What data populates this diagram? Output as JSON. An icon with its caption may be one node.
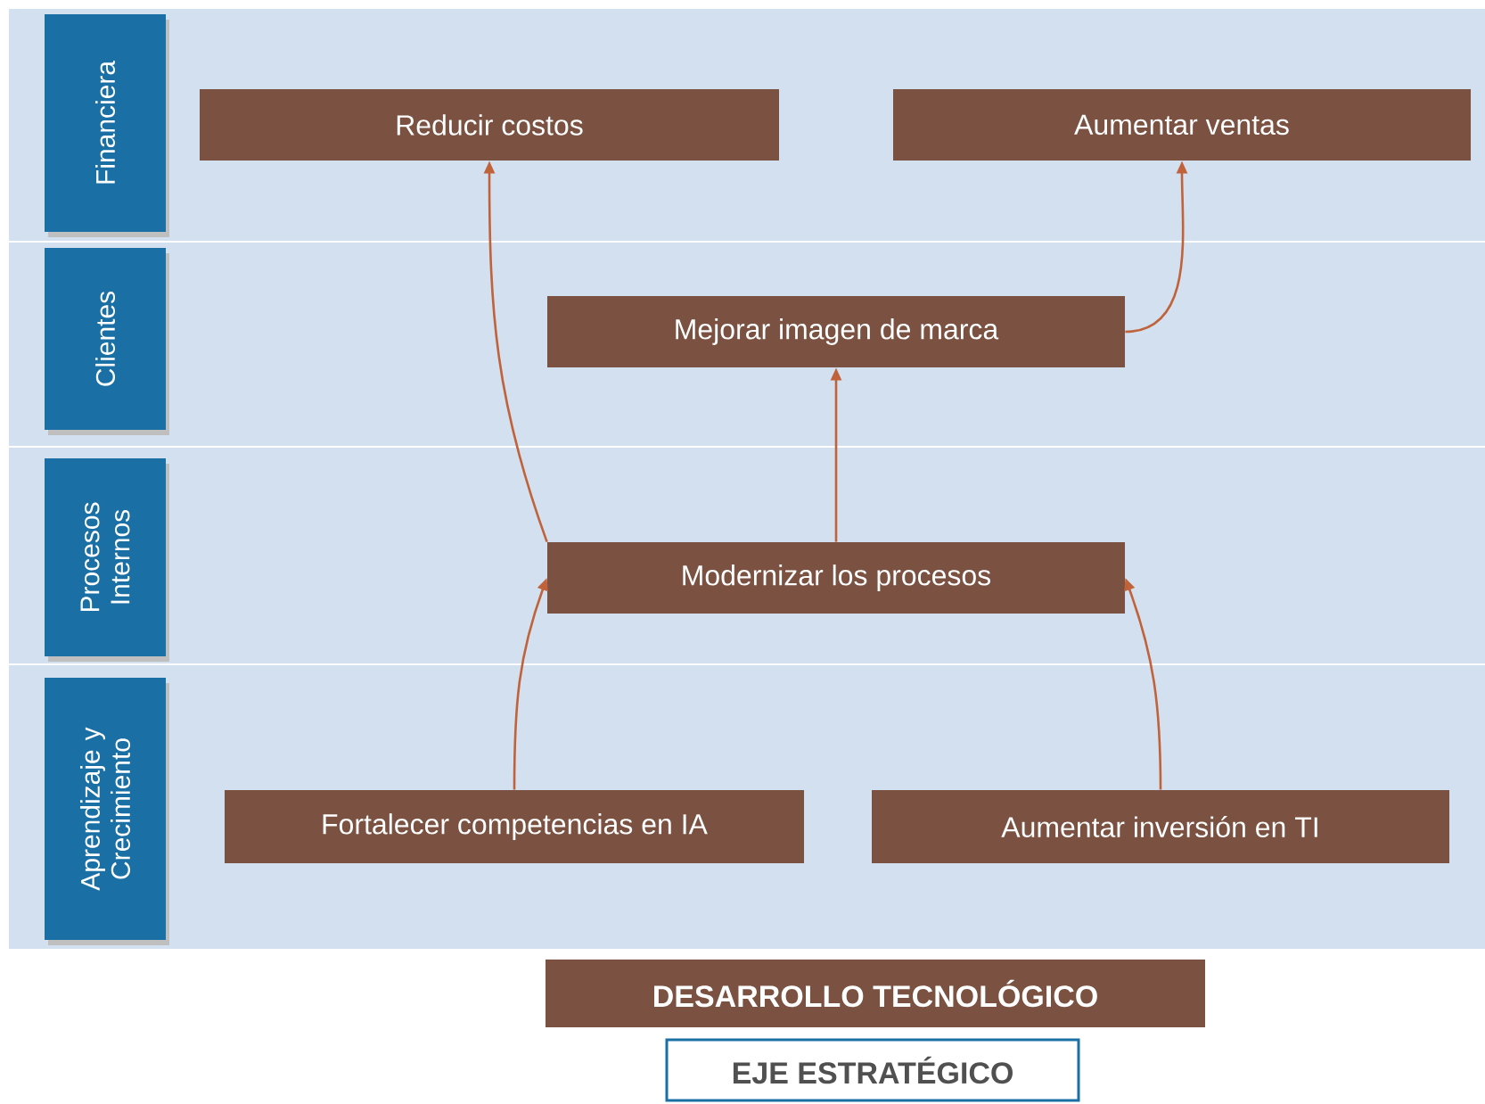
{
  "diagram": {
    "nodes": [
      {
        "text": [
          "Financiera"
        ]
      },
      {
        "text": [
          "Reducir costos"
        ]
      },
      {
        "text": [
          "Aumentar ventas"
        ]
      },
      {
        "text": [
          "Clientes"
        ]
      },
      {
        "text": [
          "Mejorar imagen de marca"
        ]
      },
      {
        "text": [
          "Procesos Internos"
        ]
      },
      {
        "text": [
          "Modernizar los procesos"
        ]
      },
      {
        "text": [
          "Aprendizaje y Crecimiento"
        ]
      },
      {
        "text": [
          "Fortalecer competencias en IA"
        ]
      },
      {
        "text": [
          "Aumentar inversión en TI"
        ]
      },
      {
        "text": [
          "DESARROLLO TECNOLÓGICO"
        ]
      },
      {
        "text": [
          "EJE ESTRATÉGICO"
        ]
      }
    ],
    "edges": [
      {
        "from": 6,
        "to": 1,
        "arrow": "to"
      },
      {
        "from": 4,
        "to": 2,
        "arrow": "to"
      },
      {
        "from": 6,
        "to": 4,
        "arrow": "to"
      },
      {
        "from": 8,
        "to": 6,
        "arrow": "to"
      },
      {
        "from": 9,
        "to": 6,
        "arrow": "to"
      }
    ]
  }
}
